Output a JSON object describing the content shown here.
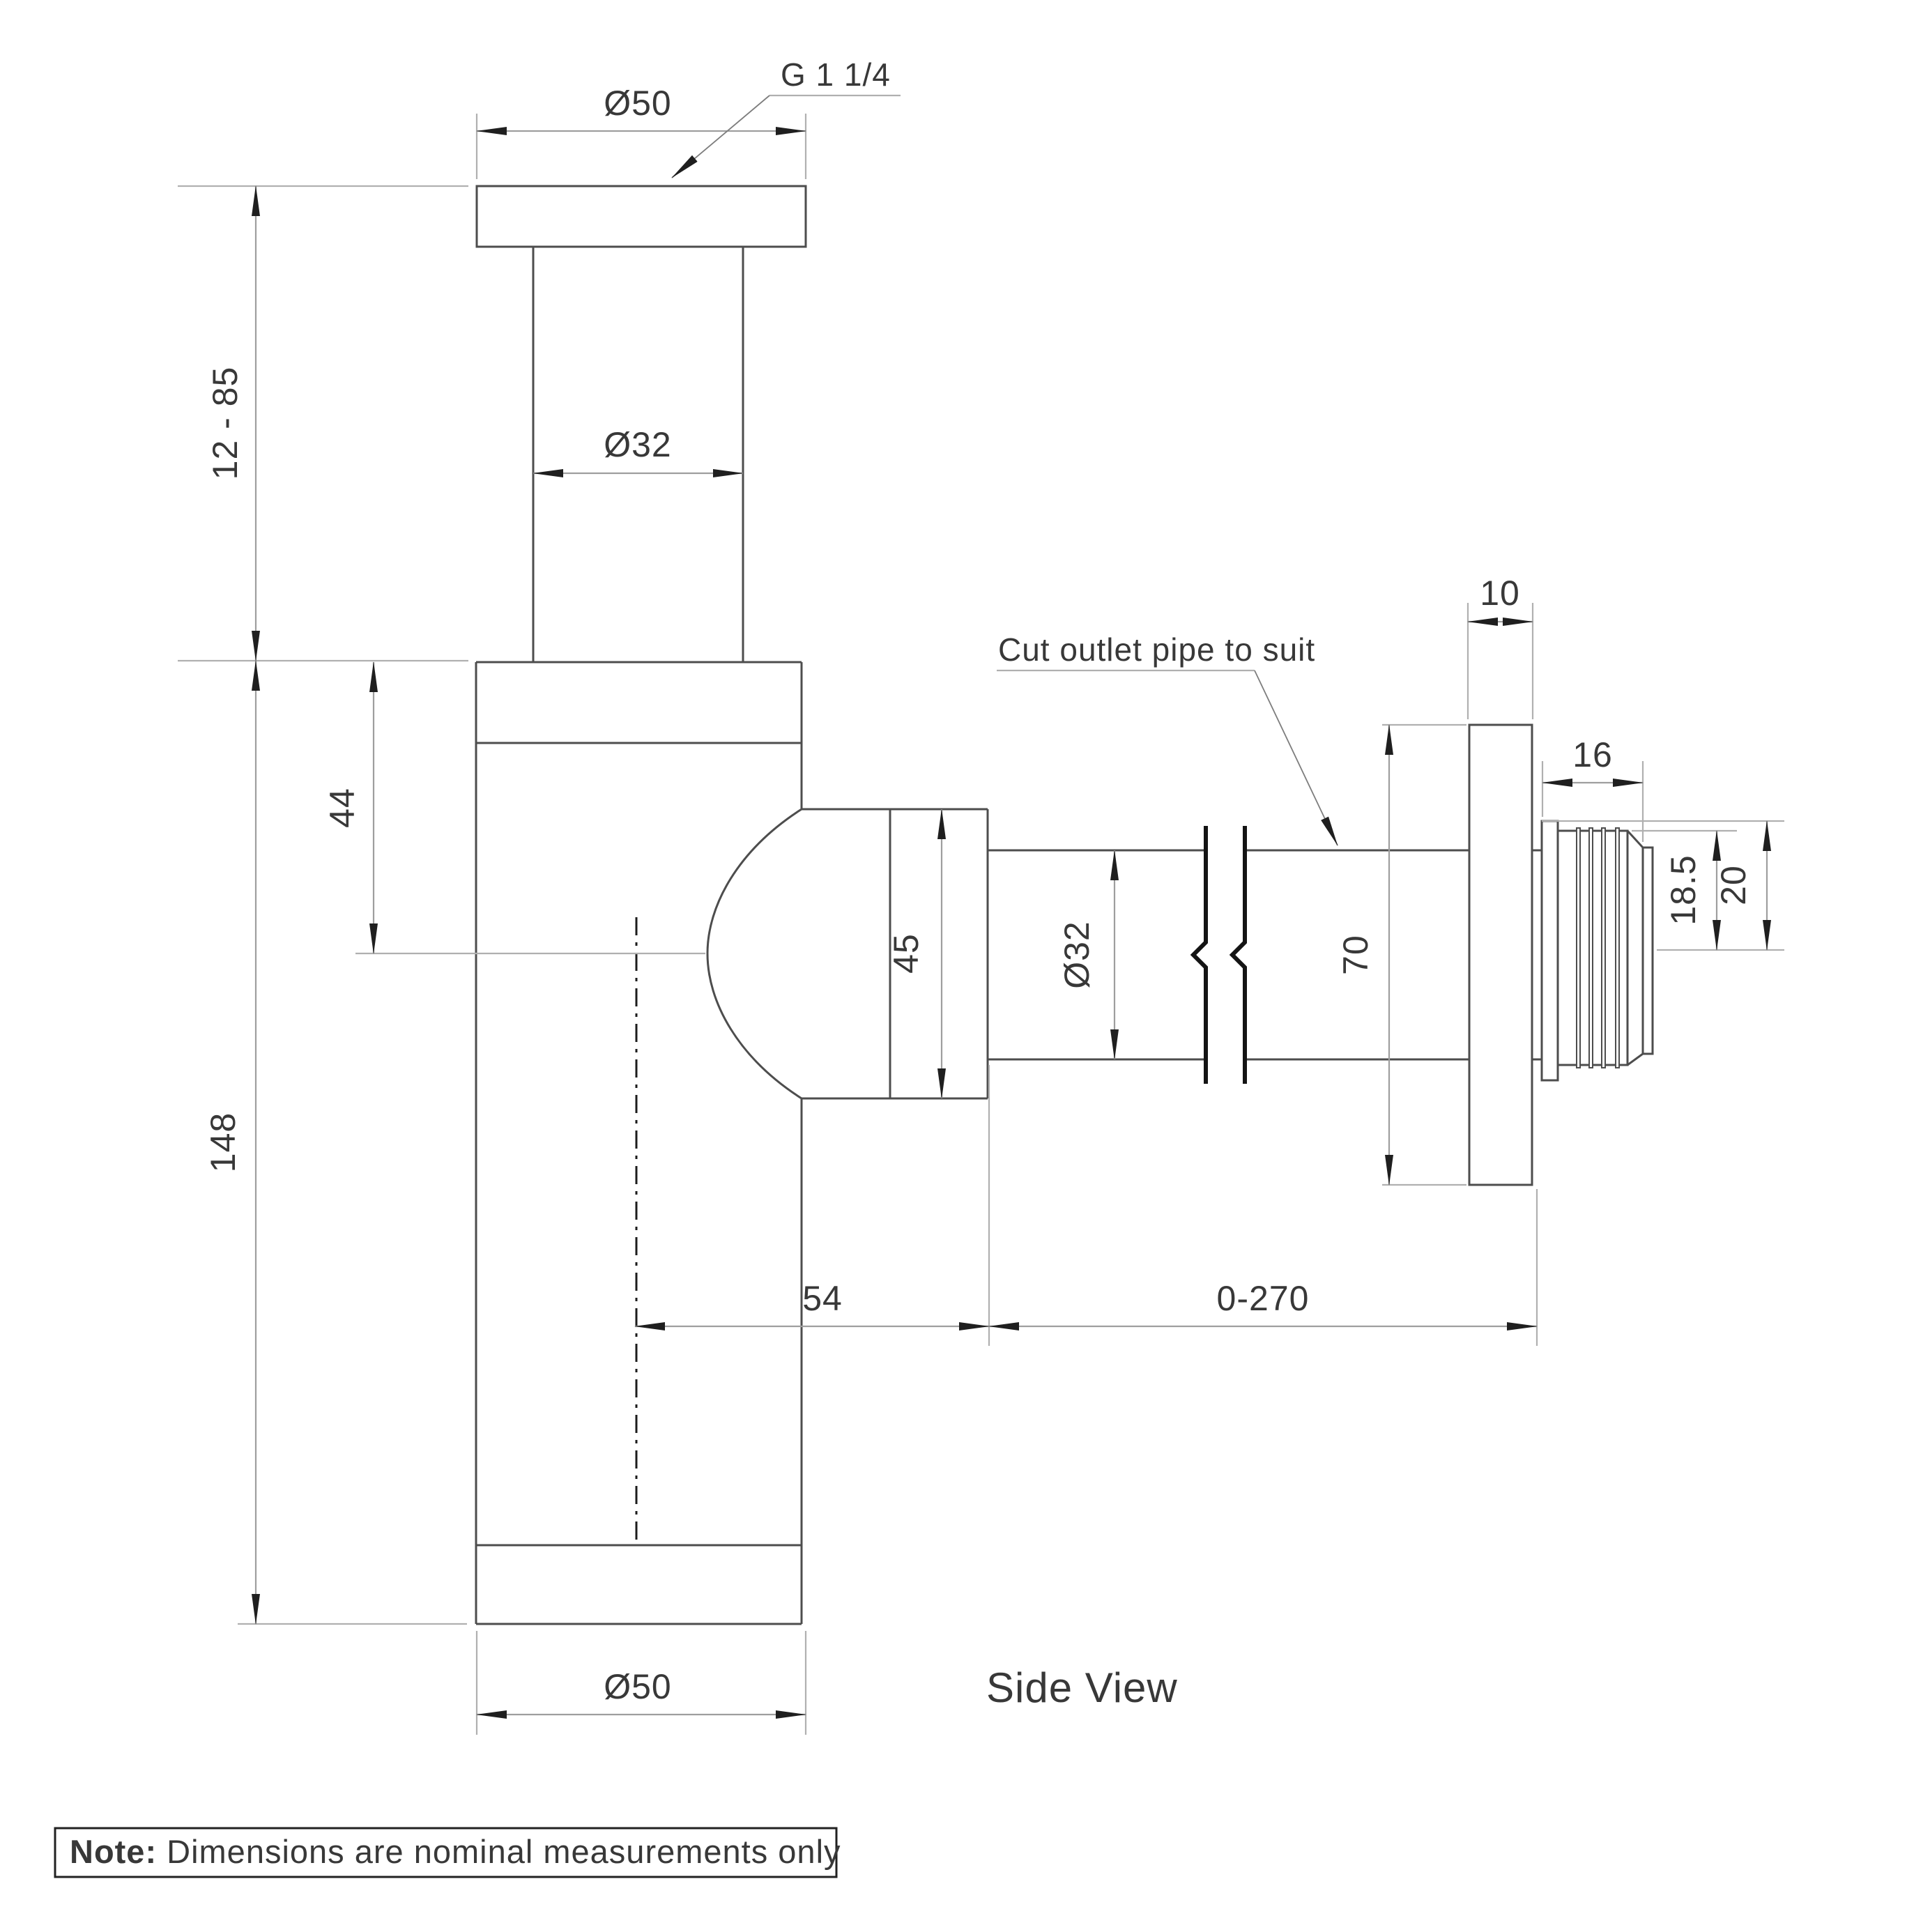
{
  "labels": {
    "view": "Side View",
    "note_prefix": "Note:",
    "note_body": " Dimensions are nominal measurements only",
    "thread_spec": "G 1 1/4",
    "outlet_note": "Cut outlet pipe to suit"
  },
  "dims": {
    "top_od": "Ø50",
    "inlet_height_range": "12 - 85",
    "inlet_od": "Ø32",
    "top_to_outlet_center": "44",
    "body_height": "148",
    "outlet_nut": "45",
    "outlet_od": "Ø32",
    "flange_thickness": "10",
    "flange_od": "70",
    "thread_length": "16",
    "thread_half": "18.5",
    "collar_half": "20",
    "center_to_nut": "54",
    "outlet_reach": "0-270",
    "bottom_od": "Ø50"
  },
  "colors": {
    "ink": "#4d4d4d",
    "dimension_line": "#9e9e9e",
    "extension_line": "#b0b0b0",
    "arrow": "#1f1f1f",
    "text": "#383838",
    "background": "#ffffff"
  }
}
